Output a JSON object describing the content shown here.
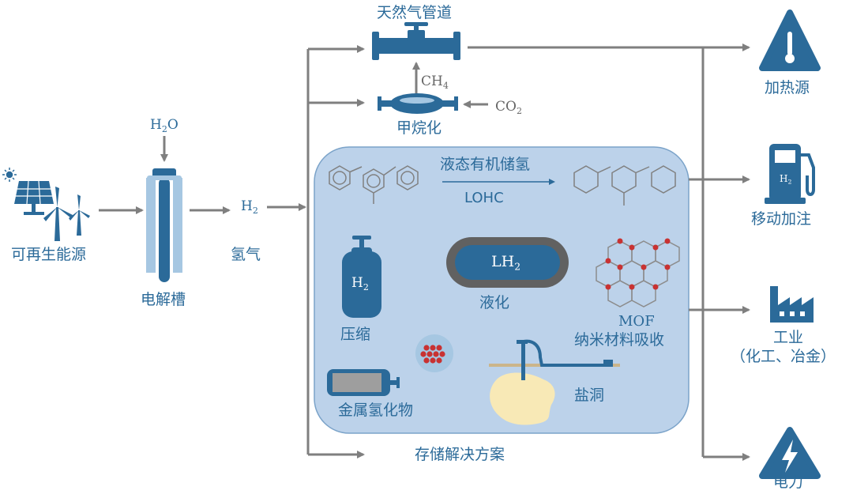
{
  "colors": {
    "blue": "#2b6a99",
    "light_blue": "#a6c7e2",
    "panel_fill": "#bcd2ea",
    "arrow_gray": "#7f7f7f",
    "red": "#c83232"
  },
  "labels": {
    "renewable": "可再生能源",
    "h2o_main": "H",
    "h2o_sub": "2",
    "h2o_tail": "O",
    "electrolyzer": "电解槽",
    "h2_main": "H",
    "h2_sub": "2",
    "hydrogen": "氢气",
    "pipeline": "天然气管道",
    "ch4_main": "CH",
    "ch4_sub": "4",
    "co2_main": "CO",
    "co2_sub": "2",
    "methanation": "甲烷化",
    "lohc_title": "液态有机储氢",
    "lohc": "LOHC",
    "compression_h2_main": "H",
    "compression_h2_sub": "2",
    "compression": "压缩",
    "lh2_main": "LH",
    "lh2_sub": "2",
    "liquefaction": "液化",
    "mof": "MOF",
    "nano": "纳米材料吸收",
    "metal_hydride": "金属氢化物",
    "salt_cavern": "盐洞",
    "storage_solutions": "存储解决方案",
    "heat_source": "加热源",
    "mobile_refuel": "移动加注",
    "pump_h2_main": "H",
    "pump_h2_sub": "2",
    "industry": "工业",
    "industry_sub": "（化工、冶金）",
    "power": "电力"
  },
  "icons": [
    "sun-icon",
    "solar-panel-icon",
    "wind-turbine-icon",
    "electrolyzer-icon",
    "pipeline-icon",
    "reactor-icon",
    "benzene-ring-icon",
    "cyclohexane-ring-icon",
    "gas-cylinder-icon",
    "lh2-tank-icon",
    "mof-lattice-icon",
    "metal-hydride-tank-icon",
    "salt-cavern-icon",
    "thermometer-warning-icon",
    "fuel-pump-icon",
    "factory-icon",
    "lightning-warning-icon"
  ]
}
